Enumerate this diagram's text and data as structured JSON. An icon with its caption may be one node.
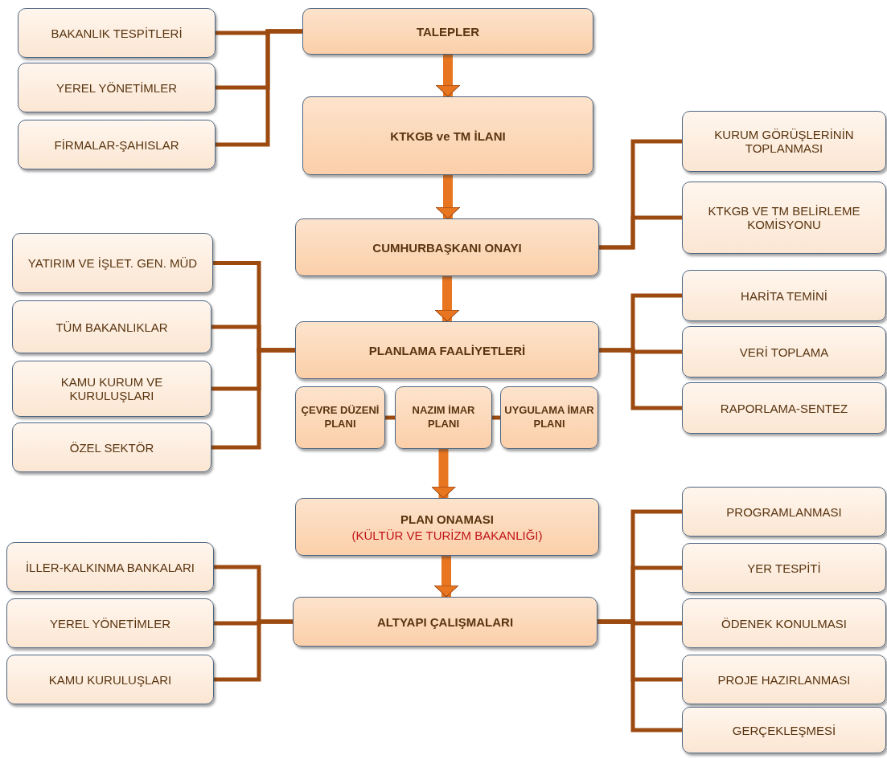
{
  "diagram": {
    "nodes": [
      {
        "text": [
          "TALEPLER"
        ]
      },
      {
        "text": [
          "BAKANLIK TESPİTLERİ"
        ]
      },
      {
        "text": [
          "YEREL YÖNETİMLER"
        ]
      },
      {
        "text": [
          "FİRMALAR-ŞAHISLAR"
        ]
      },
      {
        "text": [
          "KTKGB ve TM İLANI"
        ]
      },
      {
        "text": [
          "KURUM GÖRÜŞLERİNİN TOPLANMASI"
        ]
      },
      {
        "text": [
          "KTKGB VE TM BELİRLEME KOMİSYONU"
        ]
      },
      {
        "text": [
          "CUMHURBAŞKANI ONAYI"
        ]
      },
      {
        "text": [
          "YATIRIM VE İŞLET. GEN. MÜD"
        ]
      },
      {
        "text": [
          "TÜM BAKANLIKLAR"
        ]
      },
      {
        "text": [
          "KAMU KURUM VE KURULUŞLARI"
        ]
      },
      {
        "text": [
          "ÖZEL SEKTÖR"
        ]
      },
      {
        "text": [
          "HARİTA TEMİNİ"
        ]
      },
      {
        "text": [
          "VERİ TOPLAMA"
        ]
      },
      {
        "text": [
          "RAPORLAMA-SENTEZ"
        ]
      },
      {
        "text": [
          "PLANLAMA FAALİYETLERİ"
        ]
      },
      {
        "text": [
          "ÇEVRE DÜZENİ PLANI"
        ]
      },
      {
        "text": [
          "NAZIM İMAR PLANI"
        ]
      },
      {
        "text": [
          "UYGULAMA İMAR PLANI"
        ]
      },
      {
        "text": [
          "PLAN ONAMASI",
          "(KÜLTÜR VE TURİZM BAKANLIĞI)"
        ]
      },
      {
        "text": [
          "İLLER-KALKINMA BANKALARI"
        ]
      },
      {
        "text": [
          "YEREL YÖNETİMLER"
        ]
      },
      {
        "text": [
          "KAMU KURULUŞLARI"
        ]
      },
      {
        "text": [
          "ALTYAPI ÇALIŞMALARI"
        ]
      },
      {
        "text": [
          "PROGRAMLANMASI"
        ]
      },
      {
        "text": [
          "YER TESPİTİ"
        ]
      },
      {
        "text": [
          "ÖDENEK KONULMASI"
        ]
      },
      {
        "text": [
          "PROJE HAZIRLANMASI"
        ]
      },
      {
        "text": [
          "GERÇEKLEŞMESİ"
        ]
      }
    ],
    "edges": [
      {
        "from": 1,
        "to": 0,
        "arrow": "none"
      },
      {
        "from": 2,
        "to": 0,
        "arrow": "none"
      },
      {
        "from": 3,
        "to": 0,
        "arrow": "none"
      },
      {
        "from": 0,
        "to": 4,
        "arrow": "to",
        "style": "thick",
        "color": "#e8751f"
      },
      {
        "from": 4,
        "to": 7,
        "arrow": "to",
        "style": "thick",
        "color": "#e8751f"
      },
      {
        "from": 7,
        "to": 5,
        "arrow": "none"
      },
      {
        "from": 7,
        "to": 6,
        "arrow": "none"
      },
      {
        "from": 7,
        "to": 15,
        "arrow": "to",
        "style": "thick",
        "color": "#e8751f"
      },
      {
        "from": 8,
        "to": 15,
        "arrow": "none"
      },
      {
        "from": 9,
        "to": 15,
        "arrow": "none"
      },
      {
        "from": 10,
        "to": 15,
        "arrow": "none"
      },
      {
        "from": 11,
        "to": 15,
        "arrow": "none"
      },
      {
        "from": 15,
        "to": 12,
        "arrow": "none"
      },
      {
        "from": 15,
        "to": 13,
        "arrow": "none"
      },
      {
        "from": 15,
        "to": 14,
        "arrow": "none"
      },
      {
        "from": 16,
        "to": 17,
        "arrow": "none"
      },
      {
        "from": 17,
        "to": 18,
        "arrow": "none"
      },
      {
        "from": 17,
        "to": 19,
        "arrow": "to",
        "style": "thick",
        "color": "#e8751f"
      },
      {
        "from": 19,
        "to": 23,
        "arrow": "to",
        "style": "thick",
        "color": "#e8751f"
      },
      {
        "from": 20,
        "to": 23,
        "arrow": "none"
      },
      {
        "from": 21,
        "to": 23,
        "arrow": "none"
      },
      {
        "from": 22,
        "to": 23,
        "arrow": "none"
      },
      {
        "from": 23,
        "to": 24,
        "arrow": "none"
      },
      {
        "from": 23,
        "to": 25,
        "arrow": "none"
      },
      {
        "from": 23,
        "to": 26,
        "arrow": "none"
      },
      {
        "from": 23,
        "to": 27,
        "arrow": "none"
      },
      {
        "from": 23,
        "to": 28,
        "arrow": "none"
      }
    ]
  }
}
